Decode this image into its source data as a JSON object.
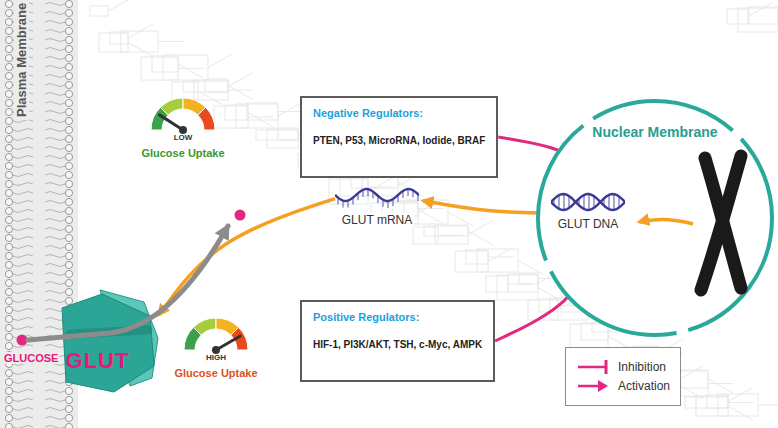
{
  "diagram": {
    "nodes": [
      {
        "text": [
          "Negative Regulators:",
          "PTEN, P53, MicroRNA, Iodide, BRAF"
        ]
      },
      {
        "text": [
          "LOW",
          "Glucose Uptake"
        ]
      },
      {
        "text": [
          "Nuclear Membrane"
        ]
      },
      {
        "text": [
          "GLUT mRNA"
        ]
      },
      {
        "text": [
          "GLUT DNA"
        ],
        "in": 2
      },
      {
        "text": [
          "GLUT"
        ]
      },
      {
        "text": [
          "HIGH",
          "Glucose Uptake"
        ]
      },
      {
        "text": [
          "Positive Regulators:",
          "HIF-1, PI3K/AKT, TSH, c-Myc, AMPK"
        ]
      }
    ],
    "edges": [
      {
        "from": 0,
        "to": 4,
        "arrow": "to"
      },
      {
        "from": 7,
        "to": 4,
        "arrow": "to"
      },
      {
        "from": 4,
        "to": 3,
        "arrow": "to"
      },
      {
        "from": 3,
        "to": 5,
        "arrow": "to"
      }
    ],
    "labels": [
      "Plasma Membrane",
      "GLUCOSE"
    ],
    "legend": [
      {
        "text": "Inhibition"
      },
      {
        "text": "Activation"
      }
    ]
  }
}
